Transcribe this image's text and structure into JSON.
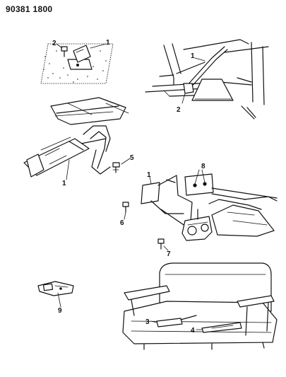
{
  "diagram": {
    "reference_code": "90381 1800",
    "callouts": {
      "c1_top": "1",
      "c2_top": "2",
      "c1_cab": "1",
      "c2_cab": "2",
      "c1_left": "1",
      "c5": "5",
      "c1_mid": "1",
      "c8": "8",
      "c6": "6",
      "c7": "7",
      "c9": "9",
      "c3": "3",
      "c4": "4"
    }
  }
}
